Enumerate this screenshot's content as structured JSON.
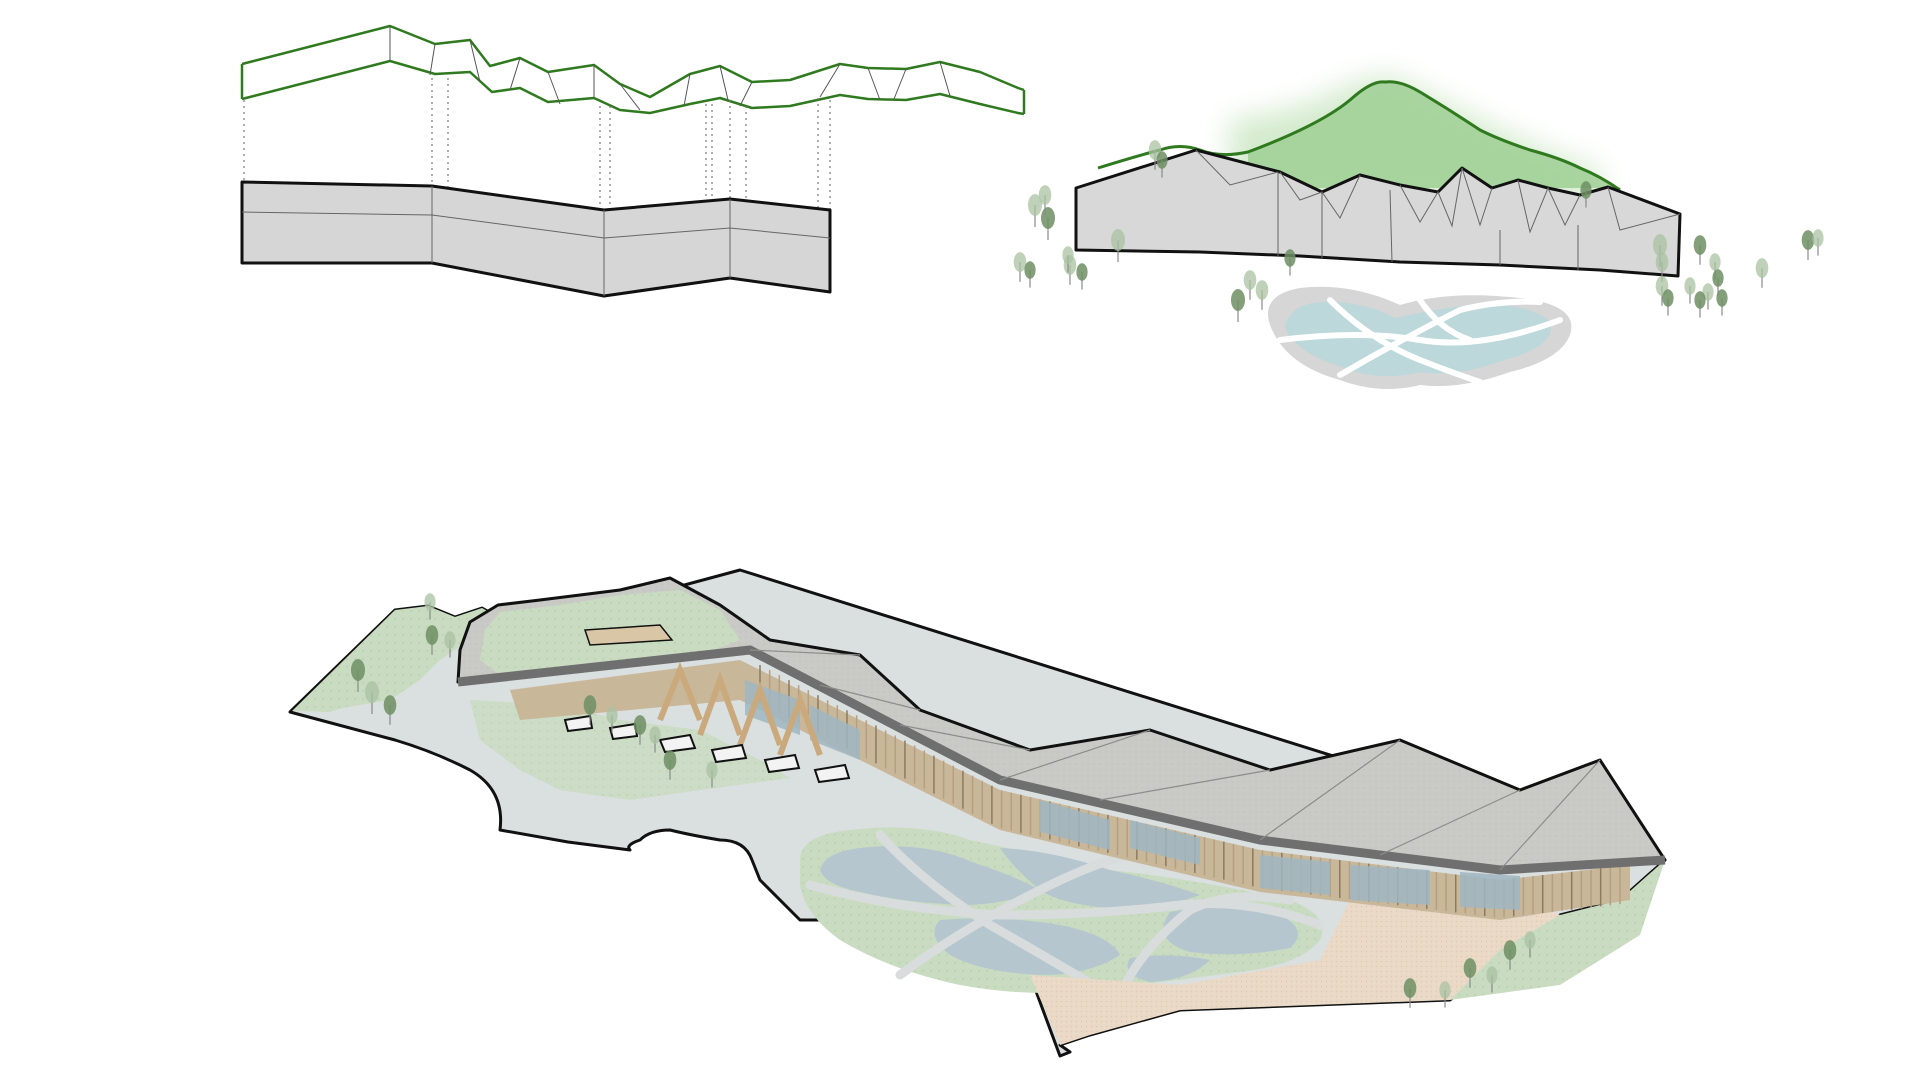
{
  "figure": {
    "caption": "",
    "panels": [
      {
        "id": "roof-derivation",
        "label": ""
      },
      {
        "id": "landscape-context",
        "label": ""
      },
      {
        "id": "axonometric-site",
        "label": ""
      }
    ]
  },
  "colors": {
    "background": "#ffffff",
    "roof_outline_green": "#2f7a1e",
    "mountain_fill": "#9fcf94",
    "mountain_glow": "#d9eed3",
    "volume_fill": "#d6d6d6",
    "volume_stroke": "#111111",
    "pond_water": "#bcd8da",
    "pond_frame": "#d3d3d3",
    "roof_concrete": "#c9c9c6",
    "lawn_green": "#c8dcbf",
    "plaza_grey": "#d8dcdc",
    "gravel": "#e8d7c4",
    "water_axo": "#b5c6cf",
    "timber": "#c9b79a",
    "glazing": "#9fb7c2",
    "tree_dark": "#6e8f64",
    "tree_light": "#a9c2a1"
  },
  "icons": [
    "tree-icon",
    "pond-icon",
    "mountain-icon"
  ]
}
